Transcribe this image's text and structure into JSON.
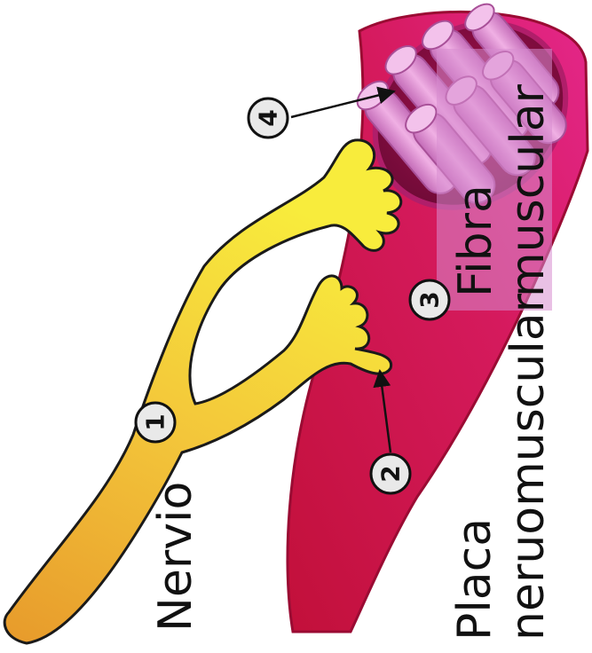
{
  "labels": {
    "nerve": "Nervio",
    "plate_line1": "Placa",
    "plate_line2": "neruomuscular",
    "fiber_line1": "Fibra",
    "fiber_line2": "muscular"
  },
  "markers": [
    "1",
    "2",
    "3",
    "4"
  ],
  "colors": {
    "nerve_start": "#e79a2b",
    "nerve_end": "#f8ec3c",
    "muscle_dark": "#c2103a",
    "muscle_light": "#e0247d",
    "muscle_end_cap": "#8e0f46",
    "myofibril": "#e691d2",
    "fiber_box": "#d78ccf"
  }
}
